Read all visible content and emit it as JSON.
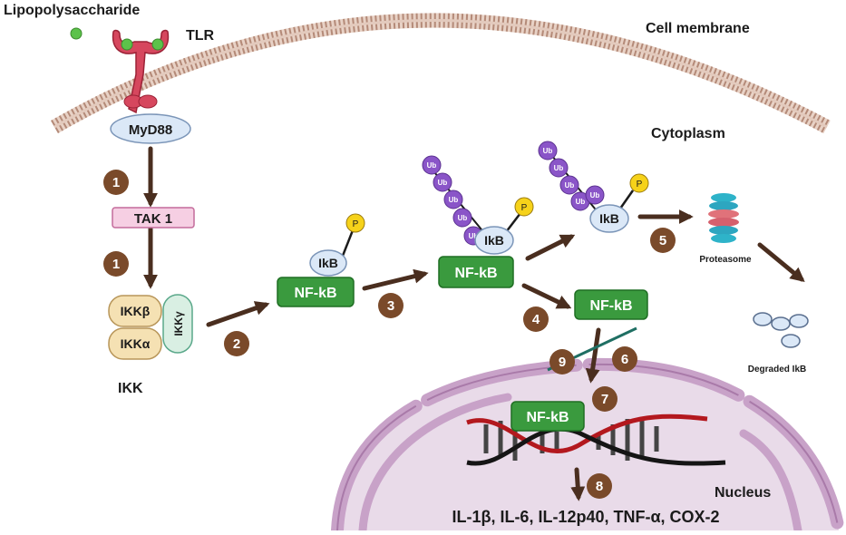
{
  "labels": {
    "lipopolysaccharide": "Lipopolysaccharide",
    "tlr": "TLR",
    "cell_membrane": "Cell membrane",
    "cytoplasm": "Cytoplasm",
    "myd88": "MyD88",
    "tak1": "TAK 1",
    "ikk_beta": "IKKβ",
    "ikk_alpha": "IKKα",
    "ikk_gamma": "IKKγ",
    "ikk": "IKK",
    "nfkb": "NF-kB",
    "ikb": "IkB",
    "phospho": "P",
    "ubiquitin": "Ub",
    "proteasome": "Proteasome",
    "degraded_ikb": "Degraded  IkB",
    "nucleus": "Nucleus",
    "cytokines": "IL-1β, IL-6, IL-12p40, TNF-α, COX-2"
  },
  "steps": [
    "1",
    "1",
    "2",
    "3",
    "4",
    "5",
    "6",
    "7",
    "8",
    "9"
  ],
  "colors": {
    "arrow": "#4a2e1f",
    "step_badge": "#7a4a2a",
    "nfkb_fill": "#3a9a3e",
    "nfkb_stroke": "#1f6e23",
    "ikb_fill": "#dbe8f7",
    "phospho_fill": "#f6d21a",
    "ubiquitin_fill": "#8a55c8",
    "membrane": "#c9a998",
    "nucleus_fill": "#e9dbe9",
    "nucleus_envelope": "#c8a2c8",
    "tlr_fill": "#d6475e",
    "lps_dot": "#5cc24a",
    "tak1_fill": "#f6cfe3",
    "ikk_fill": "#f5e1b3",
    "ikk_gamma_fill": "#d9efe3",
    "dna_red": "#b3181e",
    "dna_black": "#151515"
  },
  "icons": [
    "receptor-icon",
    "proteasome-icon",
    "dna-icon",
    "arrow-icon"
  ]
}
